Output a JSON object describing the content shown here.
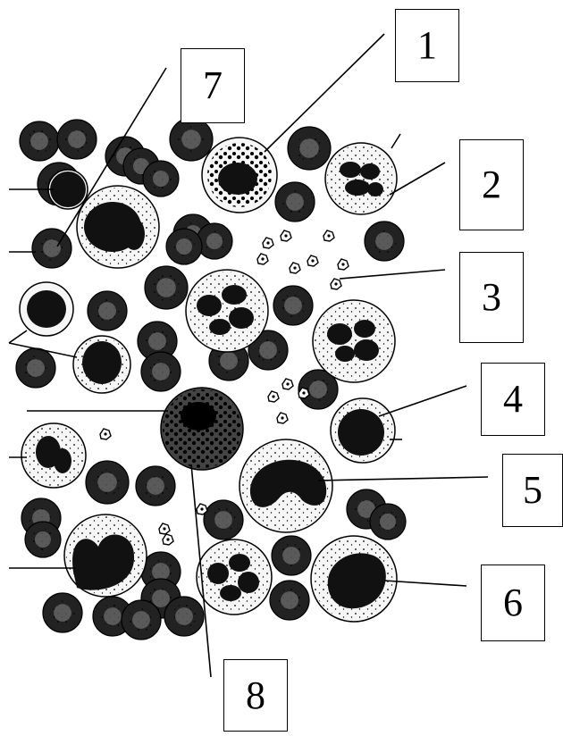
{
  "figure": {
    "labels": [
      {
        "id": "1",
        "text": "1"
      },
      {
        "id": "2",
        "text": "2"
      },
      {
        "id": "3",
        "text": "3"
      },
      {
        "id": "4",
        "text": "4"
      },
      {
        "id": "5",
        "text": "5"
      },
      {
        "id": "6",
        "text": "6"
      },
      {
        "id": "7",
        "text": "7"
      },
      {
        "id": "8",
        "text": "8"
      }
    ],
    "colors": {
      "ink": "#000000",
      "cell_fill": "#f6f6f6",
      "background": "#ffffff"
    }
  }
}
